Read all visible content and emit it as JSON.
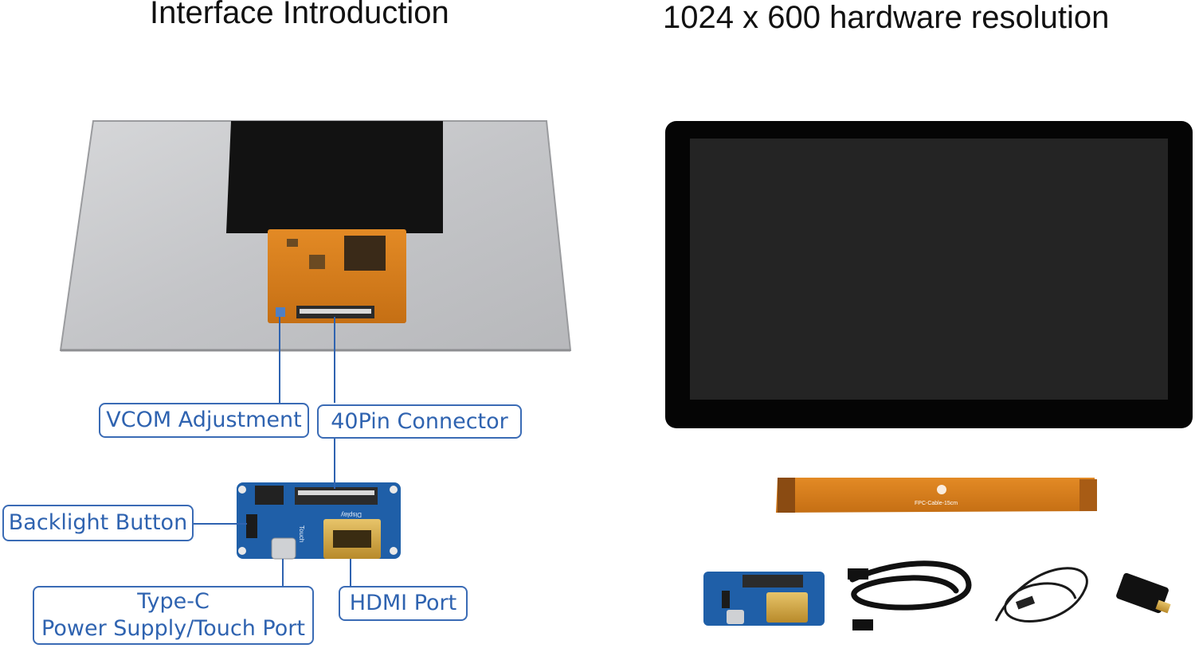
{
  "headings": {
    "left": "Interface Introduction",
    "right": "1024 x 600 hardware resolution"
  },
  "callouts": {
    "vcom": "VCOM Adjustment",
    "pin40": "40Pin Connector",
    "backlight": "Backlight Button",
    "typec_line1": "Type-C",
    "typec_line2": "Power Supply/Touch Port",
    "hdmi": "HDMI Port"
  },
  "board_silkscreen": {
    "touch": "Touch",
    "display": "Display"
  },
  "cable_print": "FPC-Cable-15cm",
  "colors": {
    "callout": "#2f63b0",
    "fpc_orange": "#d9801e",
    "pcb_blue": "#1f5fa8",
    "panel_silver": "#c9cacc",
    "screen_black": "#0b0b0b"
  }
}
